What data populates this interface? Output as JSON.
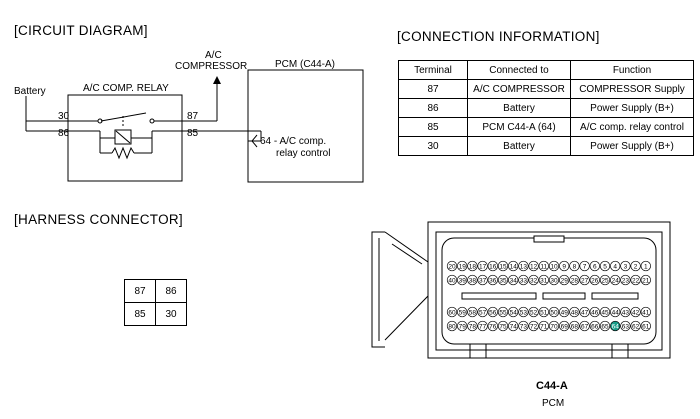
{
  "circuit_diagram": {
    "title": "[CIRCUIT DIAGRAM]",
    "battery_label": "Battery",
    "relay_label": "A/C COMP. RELAY",
    "compressor_label_line1": "A/C",
    "compressor_label_line2": "COMPRESSOR",
    "pcm_label": "PCM (C44-A)",
    "pins": {
      "p30": "30",
      "p86": "86",
      "p87": "87",
      "p85": "85"
    },
    "pcm_pin_line1": "64 - A/C comp.",
    "pcm_pin_line2": "relay control"
  },
  "connection_information": {
    "title": "[CONNECTION INFORMATION]",
    "headers": [
      "Terminal",
      "Connected to",
      "Function"
    ],
    "rows": [
      [
        "87",
        "A/C COMPRESSOR",
        "COMPRESSOR Supply"
      ],
      [
        "86",
        "Battery",
        "Power Supply (B+)"
      ],
      [
        "85",
        "PCM C44-A (64)",
        "A/C comp. relay control"
      ],
      [
        "30",
        "Battery",
        "Power Supply (B+)"
      ]
    ]
  },
  "harness_connector": {
    "title": "[HARNESS CONNECTOR]",
    "relay_grid": [
      [
        "87",
        "86"
      ],
      [
        "85",
        "30"
      ]
    ]
  },
  "pcm_connector": {
    "name": "C44-A",
    "subtitle": "PCM",
    "highlight_color": "#1a9e8a",
    "highlight_pin": "64",
    "row1": [
      "20",
      "19",
      "18",
      "17",
      "16",
      "15",
      "14",
      "13",
      "12",
      "11",
      "10",
      "9",
      "8",
      "7",
      "6",
      "5",
      "4",
      "3",
      "2",
      "1"
    ],
    "row2": [
      "40",
      "39",
      "38",
      "37",
      "36",
      "35",
      "34",
      "33",
      "32",
      "31",
      "30",
      "29",
      "28",
      "27",
      "26",
      "25",
      "24",
      "23",
      "22",
      "21"
    ],
    "row3": [
      "60",
      "59",
      "58",
      "57",
      "56",
      "55",
      "54",
      "53",
      "52",
      "51",
      "50",
      "49",
      "48",
      "47",
      "46",
      "45",
      "44",
      "43",
      "42",
      "41"
    ],
    "row4": [
      "80",
      "79",
      "78",
      "77",
      "76",
      "75",
      "74",
      "73",
      "72",
      "71",
      "70",
      "69",
      "68",
      "67",
      "66",
      "65",
      "64",
      "63",
      "62",
      "61"
    ]
  }
}
